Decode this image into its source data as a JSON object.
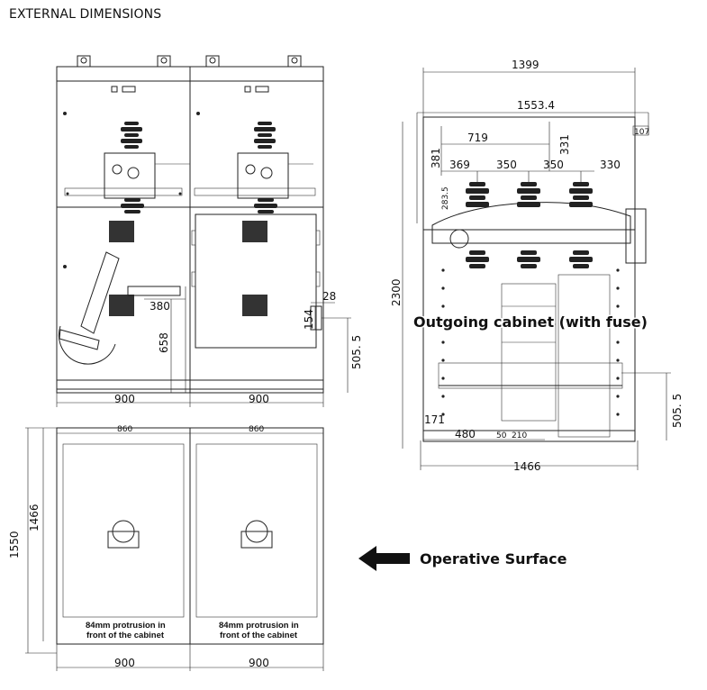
{
  "title": "EXTERNAL DIMENSIONS",
  "front_view": {
    "width_left": "900",
    "width_right": "900",
    "dim_380": "380",
    "dim_658": "658",
    "dim_28": "28",
    "dim_154": "154",
    "dim_505_5": "505. 5"
  },
  "side_view": {
    "dim_1399": "1399",
    "dim_1553_4": "1553.4",
    "dim_107": "107",
    "dim_719": "719",
    "dim_331": "331",
    "dim_381": "381",
    "dim_369": "369",
    "dim_350_a": "350",
    "dim_350_b": "350",
    "dim_330": "330",
    "dim_283_5": "283.5",
    "dim_2300": "2300",
    "dim_505_5": "505. 5",
    "dim_171": "171",
    "dim_480": "480",
    "dim_50": "50",
    "dim_210": "210",
    "dim_1466": "1466",
    "label": "Outgoing cabinet (with fuse)"
  },
  "plan_view": {
    "dim_860_left": "860",
    "dim_860_right": "860",
    "dim_1550": "1550",
    "dim_1466": "1466",
    "width_left": "900",
    "width_right": "900",
    "note_line1": "84mm protrusion in",
    "note_line2": "front of the cabinet"
  },
  "operative": {
    "label": "Operative Surface",
    "icon": "arrow-left-icon"
  }
}
